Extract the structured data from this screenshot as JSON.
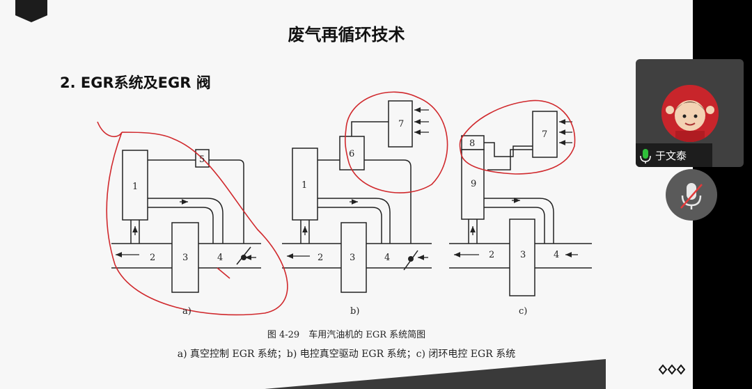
{
  "slide": {
    "title": "废气再循环技术",
    "subtitle": "2. EGR系统及EGR 阀",
    "figure": {
      "caption_line1": "图 4-29　车用汽油机的 EGR 系统简图",
      "caption_line2": "a) 真空控制 EGR 系统；b) 电控真空驱动 EGR 系统；c) 闭环电控 EGR 系统",
      "panel_labels": [
        "a)",
        "b)",
        "c)"
      ],
      "numbers": {
        "n1": "1",
        "n2": "2",
        "n3": "3",
        "n4": "4",
        "n5": "5",
        "n6": "6",
        "n7": "7",
        "n8": "8",
        "n9": "9"
      }
    }
  },
  "participant": {
    "name": "于文泰",
    "mic_status": "speaking",
    "self_mic": "muted"
  },
  "colors": {
    "annotation": "#d0282c",
    "panel_bg": "#404040",
    "sidebar": "#000000",
    "mic_green": "#2fbf3a"
  },
  "icons": [
    "corner-badge-icon",
    "mic-active-icon",
    "mic-muted-icon",
    "more-options-icon",
    "avatar-image"
  ]
}
